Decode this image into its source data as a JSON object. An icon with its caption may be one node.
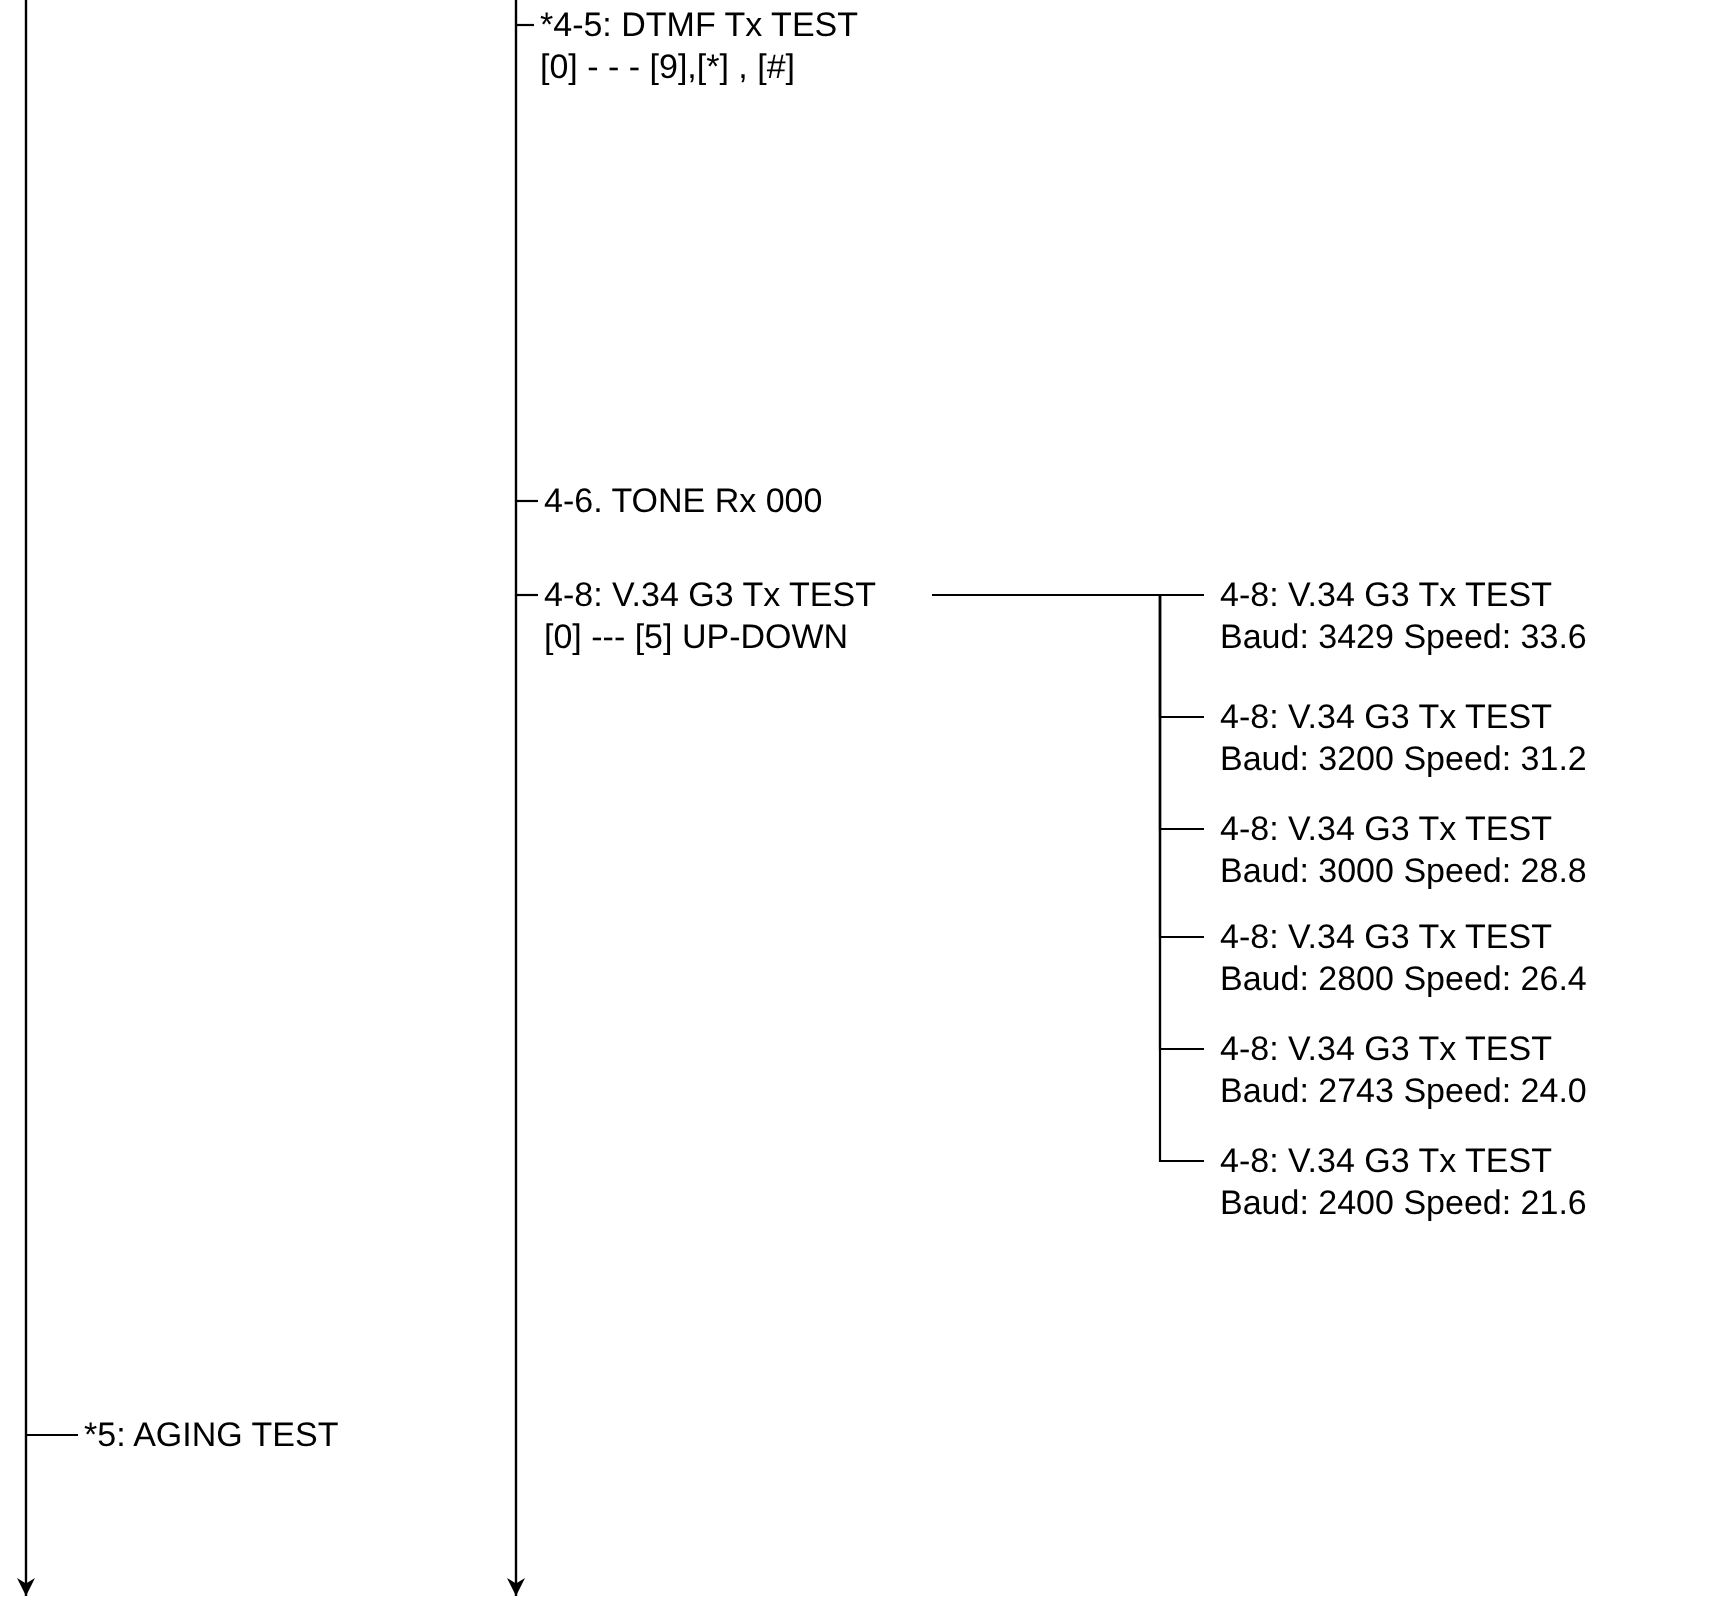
{
  "diagram": {
    "nodes": [
      {
        "text": [
          "*4-5: DTMF  Tx  TEST",
          "[0] - - - [9],[*] , [#]"
        ]
      },
      {
        "text": [
          "4-6.  TONE  Rx  000"
        ]
      },
      {
        "text": [
          "4-8: V.34 G3 Tx TEST",
          "[0] --- [5] UP-DOWN"
        ]
      },
      {
        "text": [
          "4-8: V.34 G3 Tx TEST",
          "Baud: 3429 Speed: 33.6"
        ]
      },
      {
        "text": [
          "4-8: V.34 G3 Tx TEST",
          "Baud: 3200 Speed: 31.2"
        ]
      },
      {
        "text": [
          "4-8: V.34 G3 Tx TEST",
          "Baud: 3000 Speed: 28.8"
        ]
      },
      {
        "text": [
          "4-8: V.34 G3 Tx TEST",
          "Baud: 2800 Speed: 26.4"
        ]
      },
      {
        "text": [
          "4-8: V.34 G3 Tx TEST",
          "Baud: 2743 Speed: 24.0"
        ]
      },
      {
        "text": [
          "4-8: V.34 G3 Tx TEST",
          "Baud: 2400 Speed: 21.6"
        ]
      },
      {
        "text": [
          "*5: AGING TEST"
        ]
      }
    ],
    "edges": [
      {
        "from": null,
        "to": 0,
        "arrow": "none"
      },
      {
        "from": null,
        "to": 1,
        "arrow": "none"
      },
      {
        "from": null,
        "to": 2,
        "arrow": "none"
      },
      {
        "from": 2,
        "to": 3,
        "arrow": "none"
      },
      {
        "from": 2,
        "to": 4,
        "arrow": "none"
      },
      {
        "from": 2,
        "to": 5,
        "arrow": "none"
      },
      {
        "from": 2,
        "to": 6,
        "arrow": "none"
      },
      {
        "from": 2,
        "to": 7,
        "arrow": "none"
      },
      {
        "from": 2,
        "to": 8,
        "arrow": "none"
      },
      {
        "from": null,
        "to": 9,
        "arrow": "none"
      }
    ]
  }
}
